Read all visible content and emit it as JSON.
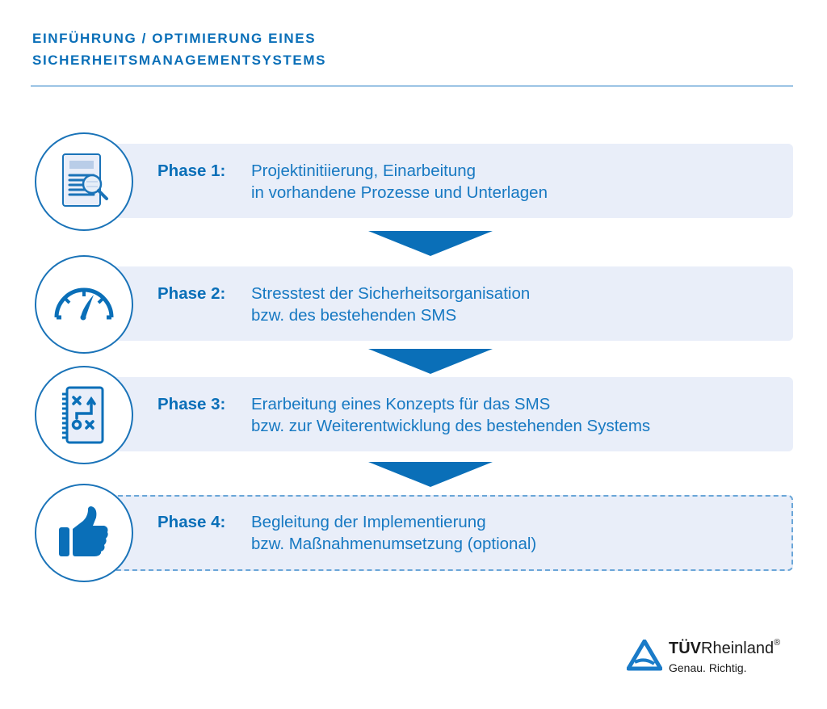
{
  "header": {
    "title_line1": "EINFÜHRUNG / OPTIMIERUNG EINES",
    "title_line2": "SICHERHEITSMANAGEMENTSYSTEMS"
  },
  "colors": {
    "primary": "#0a6fb8",
    "box_fill": "#e9eef9",
    "dashed_border": "#6aa6d8"
  },
  "phases": [
    {
      "label": "Phase 1:",
      "line1": "Projektinitiierung, Einarbeitung",
      "line2": "in vorhandene Prozesse und Unterlagen",
      "icon": "document-magnifier-icon",
      "style": "solid"
    },
    {
      "label": "Phase 2:",
      "line1": "Stresstest der Sicherheitsorganisation",
      "line2": "bzw. des bestehenden SMS",
      "icon": "speedometer-icon",
      "style": "solid"
    },
    {
      "label": "Phase 3:",
      "line1": "Erarbeitung eines Konzepts für das SMS",
      "line2": "bzw. zur Weiterentwicklung des bestehenden Systems",
      "icon": "strategy-notebook-icon",
      "style": "solid"
    },
    {
      "label": "Phase 4:",
      "line1": "Begleitung der Implementierung",
      "line2": "bzw. Maßnahmenumsetzung (optional)",
      "icon": "thumbs-up-icon",
      "style": "dashed"
    }
  ],
  "logo": {
    "brand_bold": "TÜV",
    "brand_regular": "Rheinland",
    "registered": "®",
    "tagline": "Genau. Richtig."
  }
}
